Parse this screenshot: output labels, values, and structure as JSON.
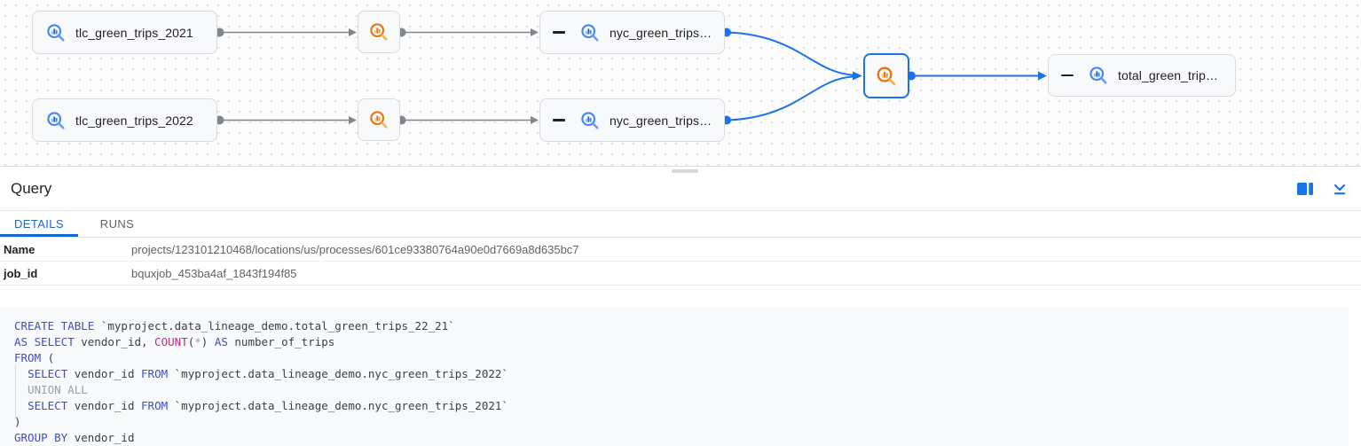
{
  "colors": {
    "accent": "#1a73e8",
    "edge-gray": "#80868b",
    "node-border": "#dadce0",
    "node-bg": "#f8f9fa",
    "kw": "#3c4ec6",
    "fn": "#c5278f",
    "muted": "#9aa0a6",
    "code-text": "#3c4043",
    "label-text": "#202124",
    "value-text": "#5f6368"
  },
  "graph": {
    "nodes": {
      "tlc2021": {
        "label": "tlc_green_trips_2021",
        "icon": "bigquery-table-icon"
      },
      "tlc2022": {
        "label": "tlc_green_trips_2022",
        "icon": "bigquery-table-icon"
      },
      "nyc1": {
        "label": "nyc_green_trips…",
        "icon": "bigquery-table-icon"
      },
      "nyc2": {
        "label": "nyc_green_trips…",
        "icon": "bigquery-table-icon"
      },
      "proc1": {
        "icon": "bigquery-process-icon"
      },
      "proc2": {
        "icon": "bigquery-process-icon"
      },
      "procsel": {
        "icon": "bigquery-process-icon",
        "state": "selected"
      },
      "total": {
        "label": "total_green_trip…",
        "icon": "bigquery-table-icon"
      }
    }
  },
  "panel": {
    "title": "Query",
    "tabs": [
      {
        "label": "DETAILS",
        "active": true
      },
      {
        "label": "RUNS",
        "active": false
      }
    ],
    "details": [
      {
        "label": "Name",
        "value": "projects/123101210468/locations/us/processes/601ce93380764a90e0d7669a8d635bc7"
      },
      {
        "label": "job_id",
        "value": "bquxjob_453ba4af_1843f194f85"
      }
    ]
  },
  "code": {
    "lines": [
      [
        {
          "t": "kw",
          "v": "CREATE TABLE"
        },
        {
          "t": "id",
          "v": " `myproject.data_lineage_demo.total_green_trips_22_21`"
        }
      ],
      [
        {
          "t": "kw",
          "v": "AS SELECT"
        },
        {
          "t": "id",
          "v": " vendor_id, "
        },
        {
          "t": "fn",
          "v": "COUNT"
        },
        {
          "t": "id",
          "v": "("
        },
        {
          "t": "gy",
          "v": "*"
        },
        {
          "t": "id",
          "v": ") "
        },
        {
          "t": "kw",
          "v": "AS"
        },
        {
          "t": "id",
          "v": " number_of_trips"
        }
      ],
      [
        {
          "t": "kw",
          "v": "FROM"
        },
        {
          "t": "id",
          "v": " ("
        }
      ],
      [
        {
          "t": "id",
          "v": "  "
        },
        {
          "t": "kw",
          "v": "SELECT"
        },
        {
          "t": "id",
          "v": " vendor_id "
        },
        {
          "t": "kw",
          "v": "FROM"
        },
        {
          "t": "id",
          "v": " `myproject.data_lineage_demo.nyc_green_trips_2022`"
        }
      ],
      [
        {
          "t": "gy",
          "v": "  UNION ALL"
        }
      ],
      [
        {
          "t": "id",
          "v": "  "
        },
        {
          "t": "kw",
          "v": "SELECT"
        },
        {
          "t": "id",
          "v": " vendor_id "
        },
        {
          "t": "kw",
          "v": "FROM"
        },
        {
          "t": "id",
          "v": " `myproject.data_lineage_demo.nyc_green_trips_2021`"
        }
      ],
      [
        {
          "t": "id",
          "v": ")"
        }
      ],
      [
        {
          "t": "kw",
          "v": "GROUP BY"
        },
        {
          "t": "id",
          "v": " vendor_id"
        }
      ]
    ]
  }
}
